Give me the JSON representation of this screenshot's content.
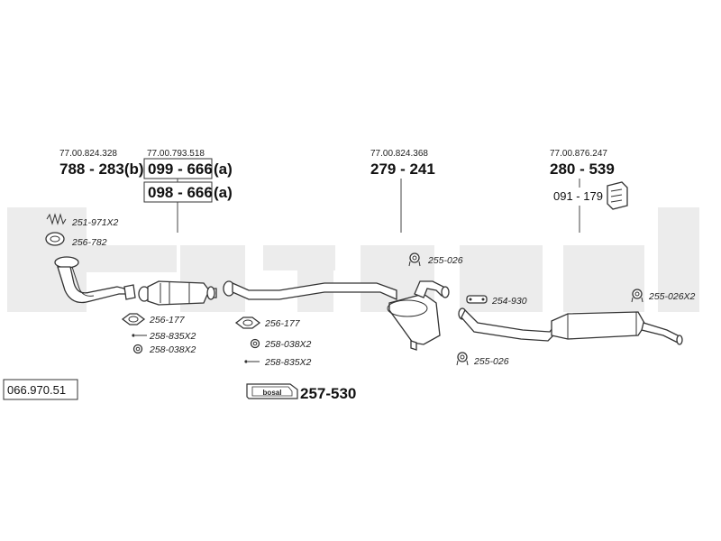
{
  "diagram_ref": "066.970.51",
  "watermark": "bosal",
  "front_pipe": {
    "oe_number": "77.00.824.328",
    "part_number": "788 - 283(b)",
    "accessories": [
      "251-971X2",
      "256-782"
    ]
  },
  "catalyst": {
    "oe_number": "77.00.793.518",
    "option_a_number": "099 - 666",
    "option_a_suffix": "(a)",
    "option_b_number": "098 - 666",
    "option_b_suffix": "(a)",
    "accessories": [
      "256-177",
      "258-835X2",
      "258-038X2"
    ]
  },
  "middle_pipe": {
    "accessories": [
      "256-177",
      "258-038X2",
      "258-835X2"
    ]
  },
  "center_silencer": {
    "oe_number": "77.00.824.368",
    "part_number": "279 - 241",
    "accessories": [
      "255-026",
      "255-026"
    ]
  },
  "rear_silencer": {
    "oe_number": "77.00.876.247",
    "part_number": "280 - 539",
    "mount_number": "091 - 179",
    "accessories": [
      "254-930",
      "255-026X2"
    ]
  },
  "mounting_kit": {
    "badge_text": "bosal",
    "part_number": "257-530"
  }
}
